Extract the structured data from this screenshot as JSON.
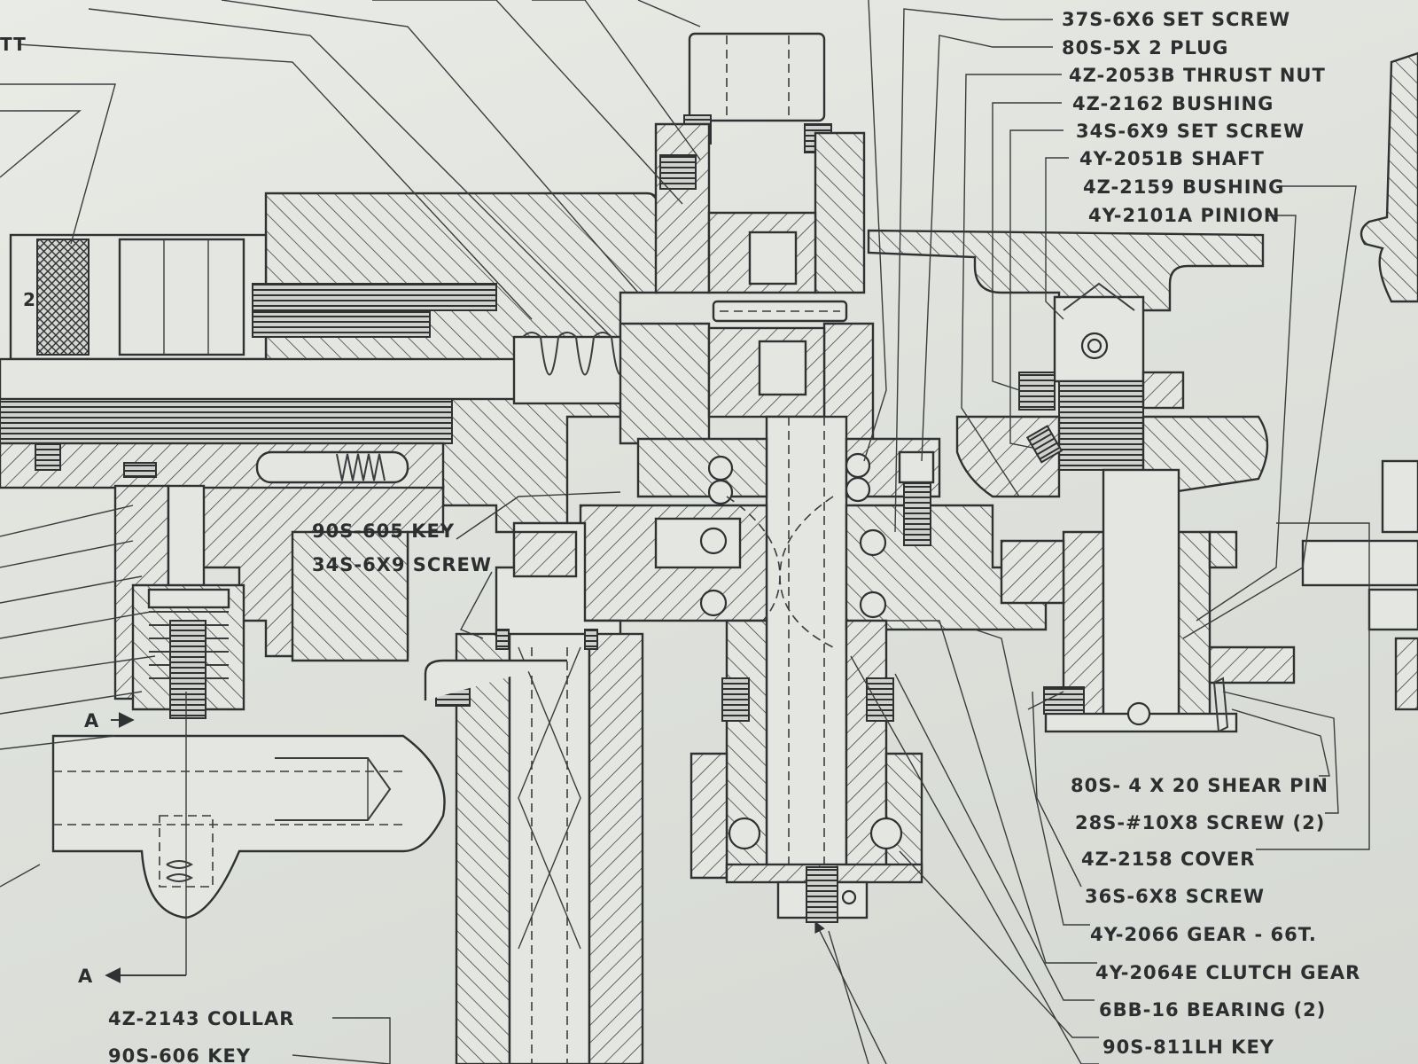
{
  "labels": {
    "set_screw_37s": "37S-6X6 SET SCREW",
    "plug_80s": "80S-5X 2 PLUG",
    "thrust_nut": "4Z-2053B THRUST NUT",
    "bushing_2162": "4Z-2162 BUSHING",
    "set_screw_34s": "34S-6X9 SET SCREW",
    "shaft": "4Y-2051B SHAFT",
    "bushing_2159": "4Z-2159 BUSHING",
    "pinion": "4Y-2101A PINION",
    "key_605": "90S-605 KEY",
    "screw_34s": "34S-6X9 SCREW",
    "shear_pin": "80S- 4 X 20 SHEAR PIN",
    "screw_28s": "28S-#10X8 SCREW (2)",
    "cover": "4Z-2158 COVER",
    "screw_36s": "36S-6X8 SCREW",
    "gear_66t": "4Y-2066 GEAR - 66T.",
    "clutch_gear": "4Y-2064E CLUTCH GEAR",
    "bearing": "6BB-16 BEARING (2)",
    "key_811": "90S-811LH KEY",
    "collar": "4Z-2143 COLLAR",
    "key_606": "90S-606 KEY",
    "section_a_upper": "A",
    "section_a_lower": "A",
    "partial_tt": "TT",
    "partial_2": "2"
  },
  "colors": {
    "paper": "#dfe2dc",
    "ink": "#2f3133"
  }
}
